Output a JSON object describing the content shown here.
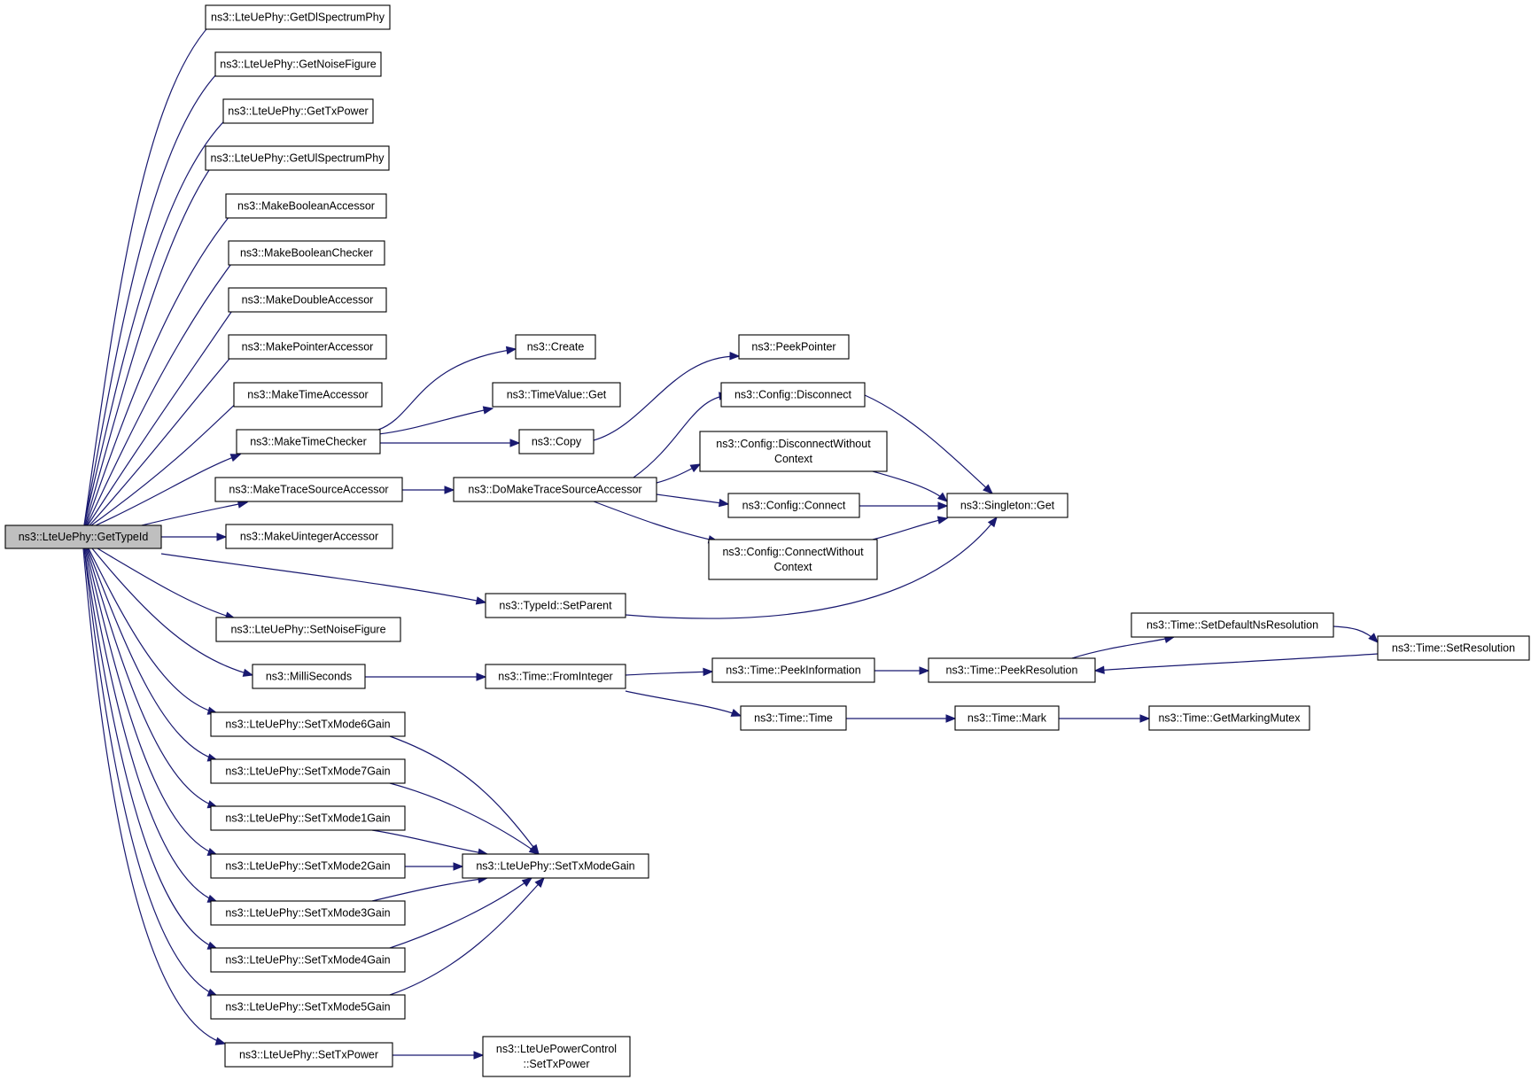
{
  "graph": {
    "nodes": [
      {
        "id": "root",
        "lines": [
          "ns3::LteUePhy::GetTypeId"
        ],
        "highlighted": true
      },
      {
        "id": "getDlSpectrumPhy",
        "lines": [
          "ns3::LteUePhy::GetDlSpectrumPhy"
        ]
      },
      {
        "id": "getNoiseFigure",
        "lines": [
          "ns3::LteUePhy::GetNoiseFigure"
        ]
      },
      {
        "id": "getTxPower",
        "lines": [
          "ns3::LteUePhy::GetTxPower"
        ]
      },
      {
        "id": "getUlSpectrumPhy",
        "lines": [
          "ns3::LteUePhy::GetUlSpectrumPhy"
        ]
      },
      {
        "id": "makeBooleanAccessor",
        "lines": [
          "ns3::MakeBooleanAccessor"
        ]
      },
      {
        "id": "makeBooleanChecker",
        "lines": [
          "ns3::MakeBooleanChecker"
        ]
      },
      {
        "id": "makeDoubleAccessor",
        "lines": [
          "ns3::MakeDoubleAccessor"
        ]
      },
      {
        "id": "makePointerAccessor",
        "lines": [
          "ns3::MakePointerAccessor"
        ]
      },
      {
        "id": "makeTimeAccessor",
        "lines": [
          "ns3::MakeTimeAccessor"
        ]
      },
      {
        "id": "makeTimeChecker",
        "lines": [
          "ns3::MakeTimeChecker"
        ]
      },
      {
        "id": "makeTraceSourceAccessor",
        "lines": [
          "ns3::MakeTraceSourceAccessor"
        ]
      },
      {
        "id": "makeUintegerAccessor",
        "lines": [
          "ns3::MakeUintegerAccessor"
        ]
      },
      {
        "id": "setNoiseFigure",
        "lines": [
          "ns3::LteUePhy::SetNoiseFigure"
        ]
      },
      {
        "id": "milliSeconds",
        "lines": [
          "ns3::MilliSeconds"
        ]
      },
      {
        "id": "setTxMode6Gain",
        "lines": [
          "ns3::LteUePhy::SetTxMode6Gain"
        ]
      },
      {
        "id": "setTxMode7Gain",
        "lines": [
          "ns3::LteUePhy::SetTxMode7Gain"
        ]
      },
      {
        "id": "setTxMode1Gain",
        "lines": [
          "ns3::LteUePhy::SetTxMode1Gain"
        ]
      },
      {
        "id": "setTxMode2Gain",
        "lines": [
          "ns3::LteUePhy::SetTxMode2Gain"
        ]
      },
      {
        "id": "setTxMode3Gain",
        "lines": [
          "ns3::LteUePhy::SetTxMode3Gain"
        ]
      },
      {
        "id": "setTxMode4Gain",
        "lines": [
          "ns3::LteUePhy::SetTxMode4Gain"
        ]
      },
      {
        "id": "setTxMode5Gain",
        "lines": [
          "ns3::LteUePhy::SetTxMode5Gain"
        ]
      },
      {
        "id": "setTxPower",
        "lines": [
          "ns3::LteUePhy::SetTxPower"
        ]
      },
      {
        "id": "create",
        "lines": [
          "ns3::Create"
        ]
      },
      {
        "id": "timeValueGet",
        "lines": [
          "ns3::TimeValue::Get"
        ]
      },
      {
        "id": "copy",
        "lines": [
          "ns3::Copy"
        ]
      },
      {
        "id": "doMakeTraceSourceAccessor",
        "lines": [
          "ns3::DoMakeTraceSourceAccessor"
        ]
      },
      {
        "id": "typeIdSetParent",
        "lines": [
          "ns3::TypeId::SetParent"
        ]
      },
      {
        "id": "timeFromInteger",
        "lines": [
          "ns3::Time::FromInteger"
        ]
      },
      {
        "id": "setTxModeGain",
        "lines": [
          "ns3::LteUePhy::SetTxModeGain"
        ]
      },
      {
        "id": "powerControlSetTxPower",
        "lines": [
          "ns3::LteUePowerControl",
          "::SetTxPower"
        ]
      },
      {
        "id": "peekPointer",
        "lines": [
          "ns3::PeekPointer"
        ]
      },
      {
        "id": "configDisconnect",
        "lines": [
          "ns3::Config::Disconnect"
        ]
      },
      {
        "id": "configDisconnectWithoutContext",
        "lines": [
          "ns3::Config::DisconnectWithout",
          "Context"
        ]
      },
      {
        "id": "configConnect",
        "lines": [
          "ns3::Config::Connect"
        ]
      },
      {
        "id": "configConnectWithoutContext",
        "lines": [
          "ns3::Config::ConnectWithout",
          "Context"
        ]
      },
      {
        "id": "timePeekInformation",
        "lines": [
          "ns3::Time::PeekInformation"
        ]
      },
      {
        "id": "timeTime",
        "lines": [
          "ns3::Time::Time"
        ]
      },
      {
        "id": "singletonGet",
        "lines": [
          "ns3::Singleton::Get"
        ]
      },
      {
        "id": "timePeekResolution",
        "lines": [
          "ns3::Time::PeekResolution"
        ]
      },
      {
        "id": "timeMark",
        "lines": [
          "ns3::Time::Mark"
        ]
      },
      {
        "id": "timeSetDefaultNsResolution",
        "lines": [
          "ns3::Time::SetDefaultNsResolution"
        ]
      },
      {
        "id": "timeGetMarkingMutex",
        "lines": [
          "ns3::Time::GetMarkingMutex"
        ]
      },
      {
        "id": "timeSetResolution",
        "lines": [
          "ns3::Time::SetResolution"
        ]
      }
    ],
    "edges": [
      {
        "from": "root",
        "to": "getDlSpectrumPhy"
      },
      {
        "from": "root",
        "to": "getNoiseFigure"
      },
      {
        "from": "root",
        "to": "getTxPower"
      },
      {
        "from": "root",
        "to": "getUlSpectrumPhy"
      },
      {
        "from": "root",
        "to": "makeBooleanAccessor"
      },
      {
        "from": "root",
        "to": "makeBooleanChecker"
      },
      {
        "from": "root",
        "to": "makeDoubleAccessor"
      },
      {
        "from": "root",
        "to": "makePointerAccessor"
      },
      {
        "from": "root",
        "to": "makeTimeAccessor"
      },
      {
        "from": "root",
        "to": "makeTimeChecker"
      },
      {
        "from": "root",
        "to": "makeTraceSourceAccessor"
      },
      {
        "from": "root",
        "to": "makeUintegerAccessor"
      },
      {
        "from": "root",
        "to": "typeIdSetParent"
      },
      {
        "from": "root",
        "to": "setNoiseFigure"
      },
      {
        "from": "root",
        "to": "milliSeconds"
      },
      {
        "from": "root",
        "to": "setTxMode6Gain"
      },
      {
        "from": "root",
        "to": "setTxMode7Gain"
      },
      {
        "from": "root",
        "to": "setTxMode1Gain"
      },
      {
        "from": "root",
        "to": "setTxMode2Gain"
      },
      {
        "from": "root",
        "to": "setTxMode3Gain"
      },
      {
        "from": "root",
        "to": "setTxMode4Gain"
      },
      {
        "from": "root",
        "to": "setTxMode5Gain"
      },
      {
        "from": "root",
        "to": "setTxPower"
      },
      {
        "from": "makeTimeChecker",
        "to": "create"
      },
      {
        "from": "makeTimeChecker",
        "to": "timeValueGet"
      },
      {
        "from": "makeTimeChecker",
        "to": "copy"
      },
      {
        "from": "copy",
        "to": "peekPointer"
      },
      {
        "from": "makeTraceSourceAccessor",
        "to": "doMakeTraceSourceAccessor"
      },
      {
        "from": "doMakeTraceSourceAccessor",
        "to": "configDisconnect"
      },
      {
        "from": "doMakeTraceSourceAccessor",
        "to": "configDisconnectWithoutContext"
      },
      {
        "from": "doMakeTraceSourceAccessor",
        "to": "configConnect"
      },
      {
        "from": "doMakeTraceSourceAccessor",
        "to": "configConnectWithoutContext"
      },
      {
        "from": "configDisconnect",
        "to": "singletonGet"
      },
      {
        "from": "configDisconnectWithoutContext",
        "to": "singletonGet"
      },
      {
        "from": "configConnect",
        "to": "singletonGet"
      },
      {
        "from": "configConnectWithoutContext",
        "to": "singletonGet"
      },
      {
        "from": "typeIdSetParent",
        "to": "singletonGet"
      },
      {
        "from": "milliSeconds",
        "to": "timeFromInteger"
      },
      {
        "from": "timeFromInteger",
        "to": "timePeekInformation"
      },
      {
        "from": "timeFromInteger",
        "to": "timeTime"
      },
      {
        "from": "timePeekInformation",
        "to": "timePeekResolution"
      },
      {
        "from": "timePeekResolution",
        "to": "timeSetDefaultNsResolution"
      },
      {
        "from": "timeSetDefaultNsResolution",
        "to": "timeSetResolution"
      },
      {
        "from": "timeSetResolution",
        "to": "timePeekResolution"
      },
      {
        "from": "timeTime",
        "to": "timeMark"
      },
      {
        "from": "timeMark",
        "to": "timeGetMarkingMutex"
      },
      {
        "from": "setTxMode6Gain",
        "to": "setTxModeGain"
      },
      {
        "from": "setTxMode7Gain",
        "to": "setTxModeGain"
      },
      {
        "from": "setTxMode1Gain",
        "to": "setTxModeGain"
      },
      {
        "from": "setTxMode2Gain",
        "to": "setTxModeGain"
      },
      {
        "from": "setTxMode3Gain",
        "to": "setTxModeGain"
      },
      {
        "from": "setTxMode4Gain",
        "to": "setTxModeGain"
      },
      {
        "from": "setTxMode5Gain",
        "to": "setTxModeGain"
      },
      {
        "from": "setTxPower",
        "to": "powerControlSetTxPower"
      }
    ]
  },
  "colors": {
    "edge": "#191970",
    "node_border": "#000000",
    "node_fill": "#ffffff",
    "root_fill": "#bfbfbf"
  }
}
